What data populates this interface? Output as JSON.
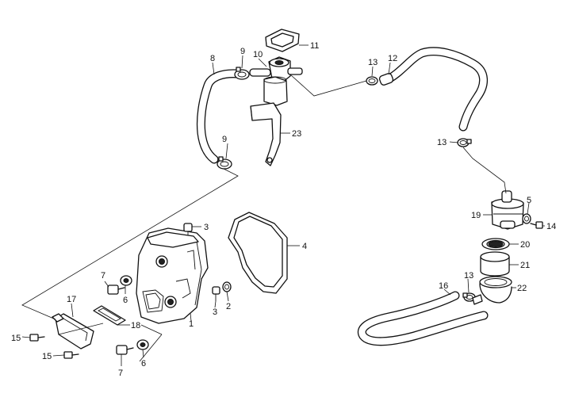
{
  "callouts": {
    "c1": "1",
    "c2": "2",
    "c3a": "3",
    "c3b": "3",
    "c4": "4",
    "c5": "5",
    "c6a": "6",
    "c6b": "6",
    "c7a": "7",
    "c7b": "7",
    "c8": "8",
    "c9a": "9",
    "c9b": "9",
    "c10": "10",
    "c11": "11",
    "c12": "12",
    "c13a": "13",
    "c13b": "13",
    "c13c": "13",
    "c14": "14",
    "c15a": "15",
    "c15b": "15",
    "c16": "16",
    "c17": "17",
    "c18": "18",
    "c19": "19",
    "c20": "20",
    "c21": "21",
    "c22": "22",
    "c23": "23"
  }
}
